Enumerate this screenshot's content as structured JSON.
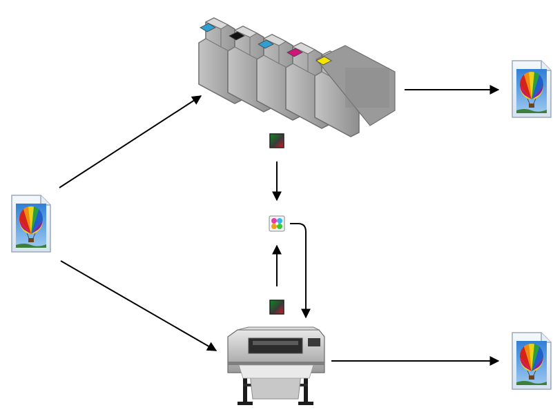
{
  "diagram": {
    "nodes": [
      {
        "id": "source-image",
        "kind": "image-document",
        "icon": "balloon-image-icon"
      },
      {
        "id": "ink-cartridges",
        "kind": "device",
        "icon": "ink-cartridges-icon",
        "ink_colors": [
          "#2e9fd0",
          "#111111",
          "#2e9fd0",
          "#d0147c",
          "#f2e600"
        ]
      },
      {
        "id": "color-profile-top",
        "kind": "profile",
        "icon": "color-gradient-icon"
      },
      {
        "id": "color-management",
        "kind": "process",
        "icon": "color-management-icon"
      },
      {
        "id": "color-profile-bottom",
        "kind": "profile",
        "icon": "color-gradient-icon"
      },
      {
        "id": "large-format-printer",
        "kind": "device",
        "icon": "printer-icon"
      },
      {
        "id": "output-top",
        "kind": "image-document",
        "icon": "balloon-image-icon"
      },
      {
        "id": "output-bottom",
        "kind": "image-document",
        "icon": "balloon-image-icon"
      }
    ],
    "edges": [
      {
        "from": "source-image",
        "to": "ink-cartridges"
      },
      {
        "from": "source-image",
        "to": "large-format-printer"
      },
      {
        "from": "ink-cartridges",
        "to": "output-top"
      },
      {
        "from": "large-format-printer",
        "to": "output-bottom"
      },
      {
        "from": "color-profile-top",
        "to": "color-management"
      },
      {
        "from": "color-profile-bottom",
        "to": "color-management"
      },
      {
        "from": "color-management",
        "to": "large-format-printer"
      }
    ],
    "colors": {
      "arrow": "#000000",
      "device_gray": "#a8a8a8",
      "document_blue": "#5d9ee0"
    }
  }
}
